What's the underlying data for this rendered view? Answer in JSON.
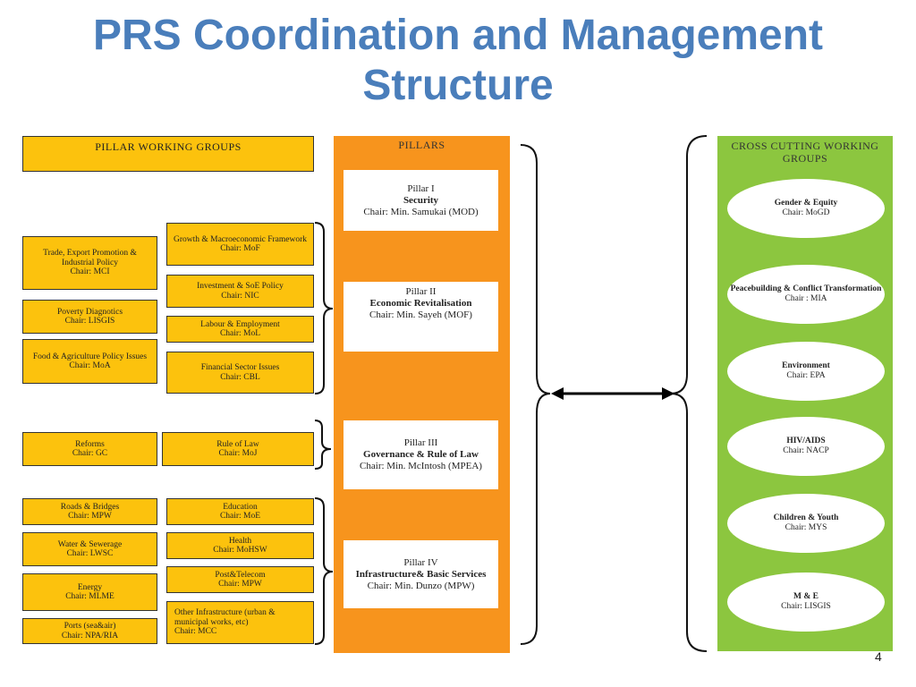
{
  "title": "PRS Coordination and Management Structure",
  "page_number": "4",
  "pillar_working_groups_header": "PILLAR WORKING GROUPS",
  "pillars_header": "PILLARS",
  "cross_cutting_header": "CROSS CUTTING WORKING GROUPS",
  "groups": {
    "trade": {
      "name": "Trade, Export Promotion & Industrial Policy",
      "chair": "Chair: MCI"
    },
    "growth": {
      "name": "Growth & Macroeconomic Framework",
      "chair": "Chair: MoF"
    },
    "investment": {
      "name": "Investment & SoE Policy",
      "chair": "Chair: NIC"
    },
    "poverty": {
      "name": "Poverty Diagnotics",
      "chair": "Chair: LISGIS"
    },
    "labour": {
      "name": "Labour & Employment",
      "chair": "Chair: MoL"
    },
    "food": {
      "name": "Food & Agriculture Policy Issues",
      "chair": "Chair: MoA"
    },
    "financial": {
      "name": "Financial Sector Issues",
      "chair": "Chair: CBL"
    },
    "reforms": {
      "name": "Reforms",
      "chair": "Chair: GC"
    },
    "rule_of_law": {
      "name": "Rule of Law",
      "chair": "Chair: MoJ"
    },
    "roads": {
      "name": "Roads & Bridges",
      "chair": "Chair: MPW"
    },
    "education": {
      "name": "Education",
      "chair": "Chair: MoE"
    },
    "water": {
      "name": "Water & Sewerage",
      "chair": "Chair: LWSC"
    },
    "health": {
      "name": "Health",
      "chair": "Chair: MoHSW"
    },
    "post": {
      "name": "Post&Telecom",
      "chair": "Chair: MPW"
    },
    "energy": {
      "name": "Energy",
      "chair": "Chair: MLME"
    },
    "other_infra": {
      "name": "Other Infrastructure (urban & municipal works, etc)",
      "chair": "Chair: MCC"
    },
    "ports": {
      "name": "Ports (sea&air)",
      "chair": "Chair: NPA/RIA"
    }
  },
  "pillars": [
    {
      "number": "Pillar I",
      "name": "Security",
      "chair": "Chair: Min. Samukai (MOD)"
    },
    {
      "number": "Pillar II",
      "name": "Economic Revitalisation",
      "chair": "Chair: Min. Sayeh (MOF)"
    },
    {
      "number": "Pillar III",
      "name": "Governance & Rule of Law",
      "chair": "Chair: Min. McIntosh (MPEA)"
    },
    {
      "number": "Pillar IV",
      "name": "Infrastructure& Basic Services",
      "chair": "Chair: Min. Dunzo (MPW)"
    }
  ],
  "cross_cutting": [
    {
      "name": "Gender & Equity",
      "chair": "Chair: MoGD"
    },
    {
      "name": "Peacebuilding & Conflict Transformation",
      "chair": "Chair : MIA"
    },
    {
      "name": "Environment",
      "chair": "Chair: EPA"
    },
    {
      "name": "HIV/AIDS",
      "chair": "Chair: NACP"
    },
    {
      "name": "Children & Youth",
      "chair": "Chair: MYS"
    },
    {
      "name": "M & E",
      "chair": "Chair: LISGIS"
    }
  ]
}
